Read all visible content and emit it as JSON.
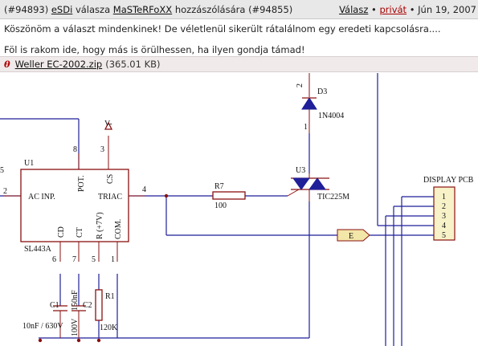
{
  "post": {
    "id": "(#94893)",
    "author": "eSDi",
    "reply_text": "válasza",
    "reply_to": "MaSTeRFoXX",
    "reply_suffix": "hozzászólására (#94855)",
    "reply_link": "Válasz",
    "bullet": "•",
    "private_link": "privát",
    "date": "• Jún 19, 2007",
    "line1": "Köszönöm a választ mindenkinek! De véletlenül sikerült rátalálnom egy eredeti kapcsolásra....",
    "line2": "Föl is rakom ide, hogy más is örülhessen, ha ilyen gondja támad!"
  },
  "attachment": {
    "icon": "paperclip-icon",
    "filename": "Weller EC-2002.zip",
    "size": "(365.01 KB)"
  },
  "schematic": {
    "u1_label": "U1",
    "u1_part": "SL443A",
    "u1_pins": {
      "ac_inp": "AC INP.",
      "pot": "POT.",
      "cs": "CS",
      "triac": "TRIAC",
      "cd": "CD",
      "ct": "CT",
      "r7v": "R (+7V)",
      "com": "COM."
    },
    "pin_numbers": {
      "p2": "2",
      "p8": "8",
      "p3": "3",
      "p4": "4",
      "p6": "6",
      "p7": "7",
      "p5": "5",
      "p1": "1",
      "p5_left": "5"
    },
    "vminus": "V-",
    "d3_label": "D3",
    "d3_part": "1N4004",
    "d3_pin2": "2",
    "d3_pin1": "1",
    "u3_label": "U3",
    "u3_part": "TIC225M",
    "r7_label": "R7",
    "r7_value": "100",
    "e_label": "E",
    "display_label": "DISPLAY PCB",
    "display_pins": [
      "1",
      "2",
      "3",
      "4",
      "5"
    ],
    "c1_label": "C1",
    "c1_value": "10nF / 630V",
    "c2_label": "C2",
    "c2_value1": "150nF",
    "c2_value2": "100V",
    "r1_label": "R1",
    "r1_value": "120K"
  },
  "colors": {
    "wire": "#1f1f9a",
    "component": "#8a1010",
    "header_bg": "#e8e8e8",
    "attach_bg": "#f0eaea"
  }
}
